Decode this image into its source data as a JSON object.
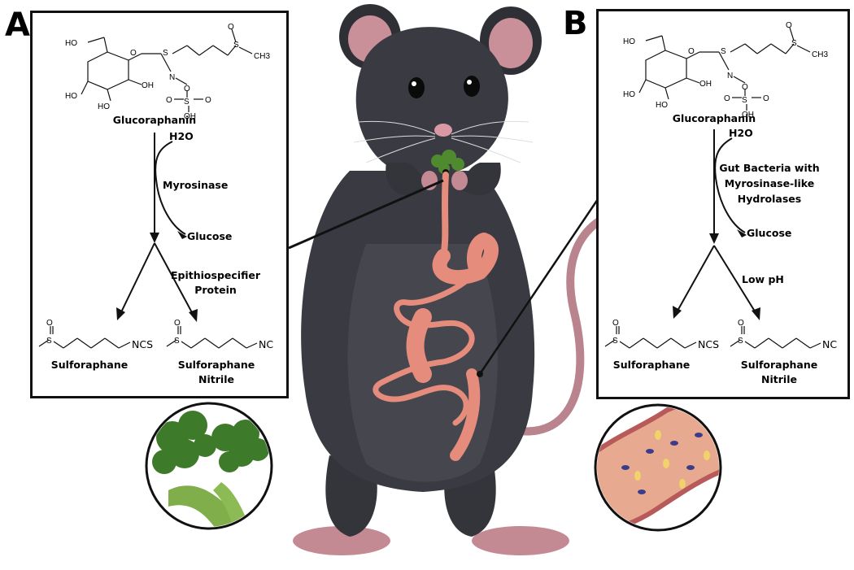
{
  "panel_a": {
    "letter": "A",
    "precursor": "Glucoraphanin",
    "water": "H2O",
    "enzyme": "Myrosinase",
    "byproduct": "Glucose",
    "cofactor_line1": "Epithiospecifier",
    "cofactor_line2": "Protein",
    "product1": "Sulforaphane",
    "product2_line1": "Sulforaphane",
    "product2_line2": "Nitrile",
    "ncs": "NCS",
    "nc": "NC"
  },
  "panel_b": {
    "letter": "B",
    "precursor": "Glucoraphanin",
    "water": "H2O",
    "enzyme_line1": "Gut Bacteria with",
    "enzyme_line2": "Myrosinase-like",
    "enzyme_line3": "Hydrolases",
    "byproduct": "Glucose",
    "condition": "Low pH",
    "product1": "Sulforaphane",
    "product2_line1": "Sulforaphane",
    "product2_line2": "Nitrile",
    "ncs": "NCS",
    "nc": "NC"
  },
  "molecule_atoms": {
    "ho": "HO",
    "oh": "OH",
    "s": "S",
    "n": "N",
    "o": "O",
    "ch3": "CH3"
  },
  "colors": {
    "mouse_fur": "#3a3b42",
    "mouse_pink": "#c48a94",
    "gut": "#e58c7c",
    "broccoli": "#4f8a2f",
    "tissue": "#e7a98f"
  }
}
